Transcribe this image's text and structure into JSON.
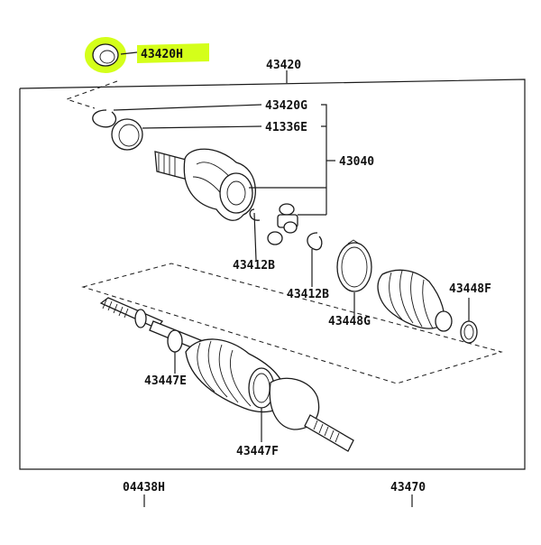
{
  "diagram": {
    "highlight_color": "#d4ff1a",
    "labels": {
      "p43420H": "43420H",
      "p43420": "43420",
      "p43420G": "43420G",
      "p41336E": "41336E",
      "p43040": "43040",
      "p43412B_a": "43412B",
      "p43412B_b": "43412B",
      "p43448F": "43448F",
      "p43448G": "43448G",
      "p43447E": "43447E",
      "p43447F": "43447F",
      "p04438H": "04438H",
      "p43470": "43470"
    }
  }
}
